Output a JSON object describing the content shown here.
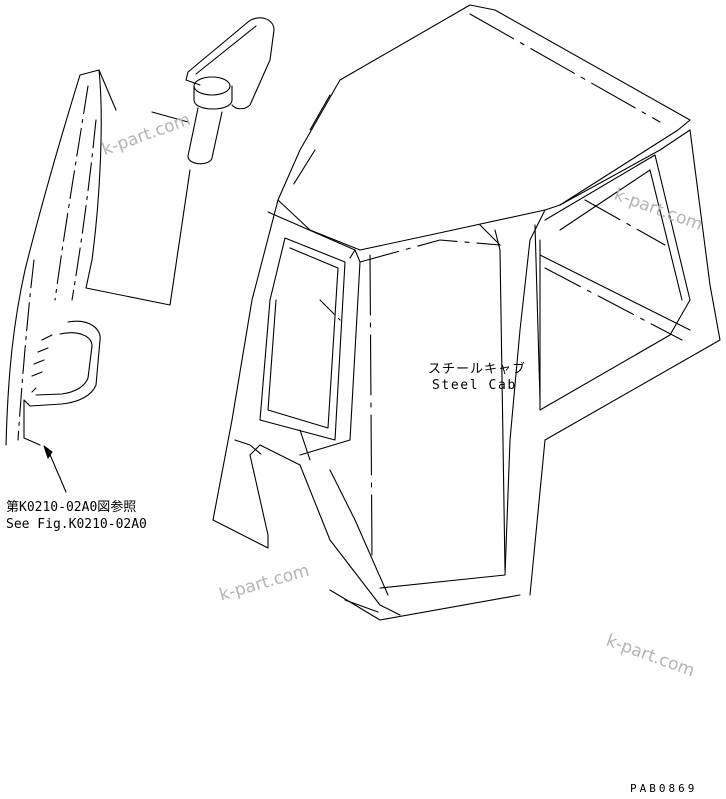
{
  "labels": {
    "cab_jp": "スチールキャブ",
    "cab_en": "Steel Cab",
    "ref_jp": "第K0210-02A0図参照",
    "ref_en": "See Fig.K0210-02A0",
    "drawing_code": "PAB0869"
  },
  "watermark": "k-part.com",
  "colors": {
    "line": "#000000",
    "watermark": "#b4b4b4",
    "background": "#ffffff"
  }
}
